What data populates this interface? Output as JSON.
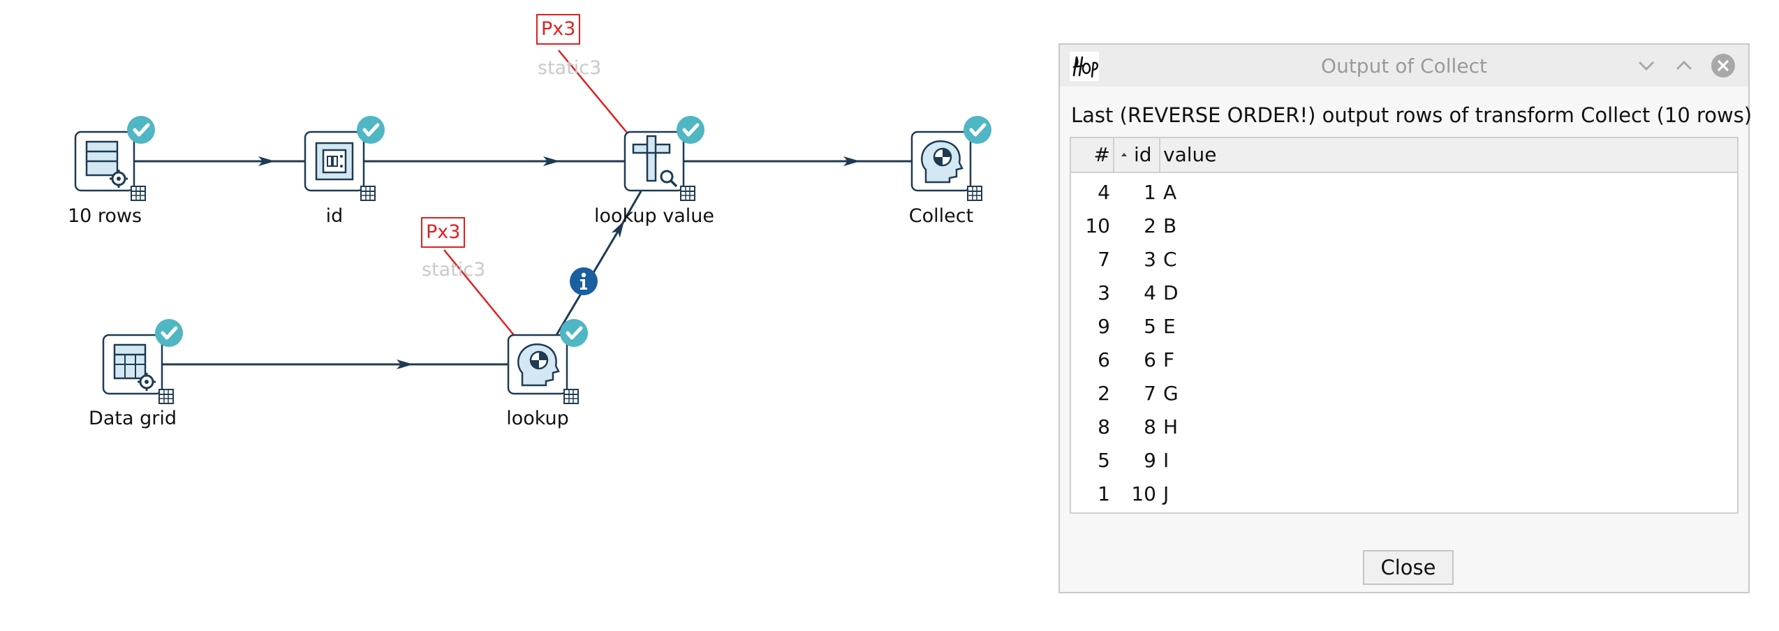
{
  "pipeline": {
    "nodes": [
      {
        "id": "10-rows",
        "label": "10 rows"
      },
      {
        "id": "id",
        "label": "id"
      },
      {
        "id": "lookup-value",
        "label": "lookup value"
      },
      {
        "id": "collect",
        "label": "Collect"
      },
      {
        "id": "data-grid",
        "label": "Data grid"
      },
      {
        "id": "lookup",
        "label": "lookup"
      }
    ],
    "partition_labels": [
      {
        "badge": "Px3",
        "schema": "static3"
      },
      {
        "badge": "Px3",
        "schema": "static3"
      }
    ]
  },
  "dialog": {
    "title": "Output of Collect",
    "header": "Last (REVERSE ORDER!) output rows of transform Collect (10 rows)",
    "columns": [
      "#",
      "id",
      "value"
    ],
    "rows": [
      {
        "num": "4",
        "id": "1",
        "value": "A"
      },
      {
        "num": "10",
        "id": "2",
        "value": "B"
      },
      {
        "num": "7",
        "id": "3",
        "value": "C"
      },
      {
        "num": "3",
        "id": "4",
        "value": "D"
      },
      {
        "num": "9",
        "id": "5",
        "value": "E"
      },
      {
        "num": "6",
        "id": "6",
        "value": "F"
      },
      {
        "num": "2",
        "id": "7",
        "value": "G"
      },
      {
        "num": "8",
        "id": "8",
        "value": "H"
      },
      {
        "num": "5",
        "id": "9",
        "value": "I"
      },
      {
        "num": "1",
        "id": "10",
        "value": "J"
      }
    ],
    "close_label": "Close"
  },
  "colors": {
    "hop_line": "#1f3b52",
    "check_badge": "#4fb6c3",
    "info_badge": "#1a5fa0",
    "partition_red": "#e02020",
    "icon_fill": "#d4e8f4"
  }
}
